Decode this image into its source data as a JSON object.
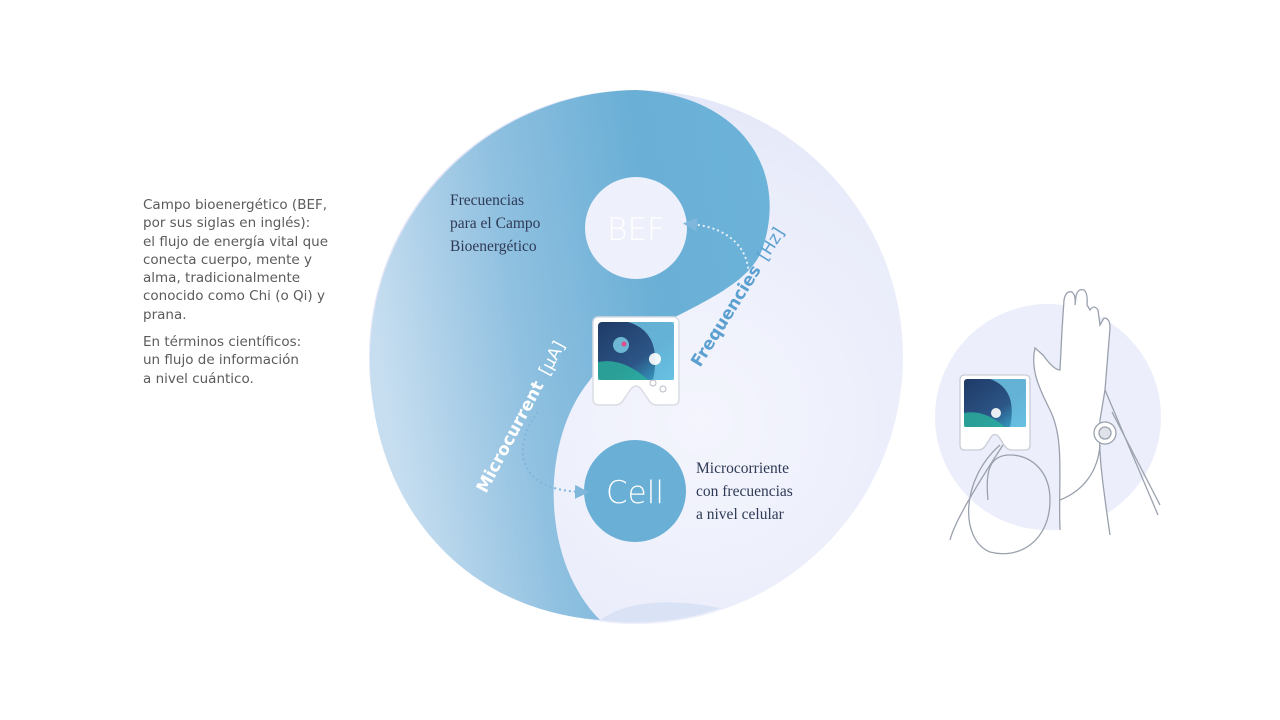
{
  "left_panel": {
    "paragraph_1": [
      "Campo bioenergético (BEF,",
      "por sus siglas en inglés):",
      "el flujo de energía vital que",
      "conecta cuerpo, mente y",
      "alma, tradicionalmente",
      "conocido como Chi (o Qi) y",
      "prana."
    ],
    "paragraph_2": [
      "En términos científicos:",
      "un flujo de información",
      "a nivel cuántico."
    ]
  },
  "diagram": {
    "bef_circle_label": "BEF",
    "cell_circle_label": "Cell",
    "frequencies_axis_bold": "Frequencies",
    "frequencies_axis_unit": "[Hz]",
    "microcurrent_axis_bold": "Microcurrent",
    "microcurrent_axis_unit": "[µA]",
    "bef_description": [
      "Frecuencias",
      "para el Campo",
      "Bioenergético"
    ],
    "cell_description": [
      "Microcorriente",
      "con frecuencias",
      "a nivel celular"
    ]
  },
  "colors": {
    "primary_blue": "#6aafd6",
    "light_blue": "#c6def0",
    "pale_lavender": "#eef0fb",
    "text_gray": "#5b5b5b",
    "serif_text": "#2e3a55",
    "dots": "#7fb6dc"
  },
  "icons": {
    "device": "microcurrent-device-icon",
    "hand": "hand-with-device-icon"
  }
}
